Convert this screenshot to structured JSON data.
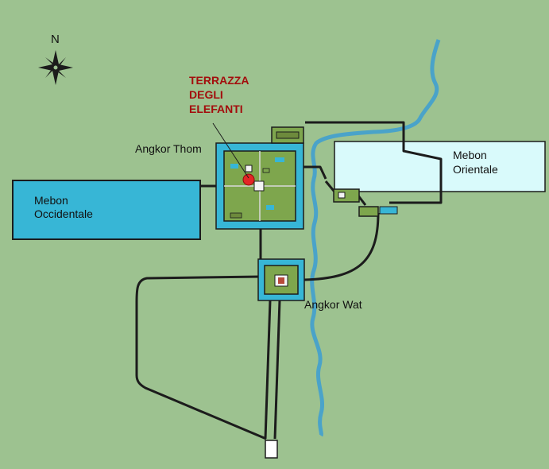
{
  "compass": {
    "north_label": "N"
  },
  "places": {
    "mebon_occidentale": {
      "line1": "Mebon",
      "line2": "Occidentale"
    },
    "mebon_orientale": {
      "line1": "Mebon",
      "line2": "Orientale"
    },
    "angkor_thom": {
      "label": "Angkor Thom"
    },
    "angkor_wat": {
      "label": "Angkor Wat"
    }
  },
  "highlight": {
    "line1": "TERRAZZA",
    "line2": "DEGLI",
    "line3": "ELEFANTI",
    "color": "#a30d0d"
  },
  "colors": {
    "background": "#9dc290",
    "water_west": "#37b6d6",
    "water_east": "#d9fafb",
    "river": "#4aa3c9",
    "road": "#1c1c1c",
    "temple_ground": "#7ea64d"
  }
}
